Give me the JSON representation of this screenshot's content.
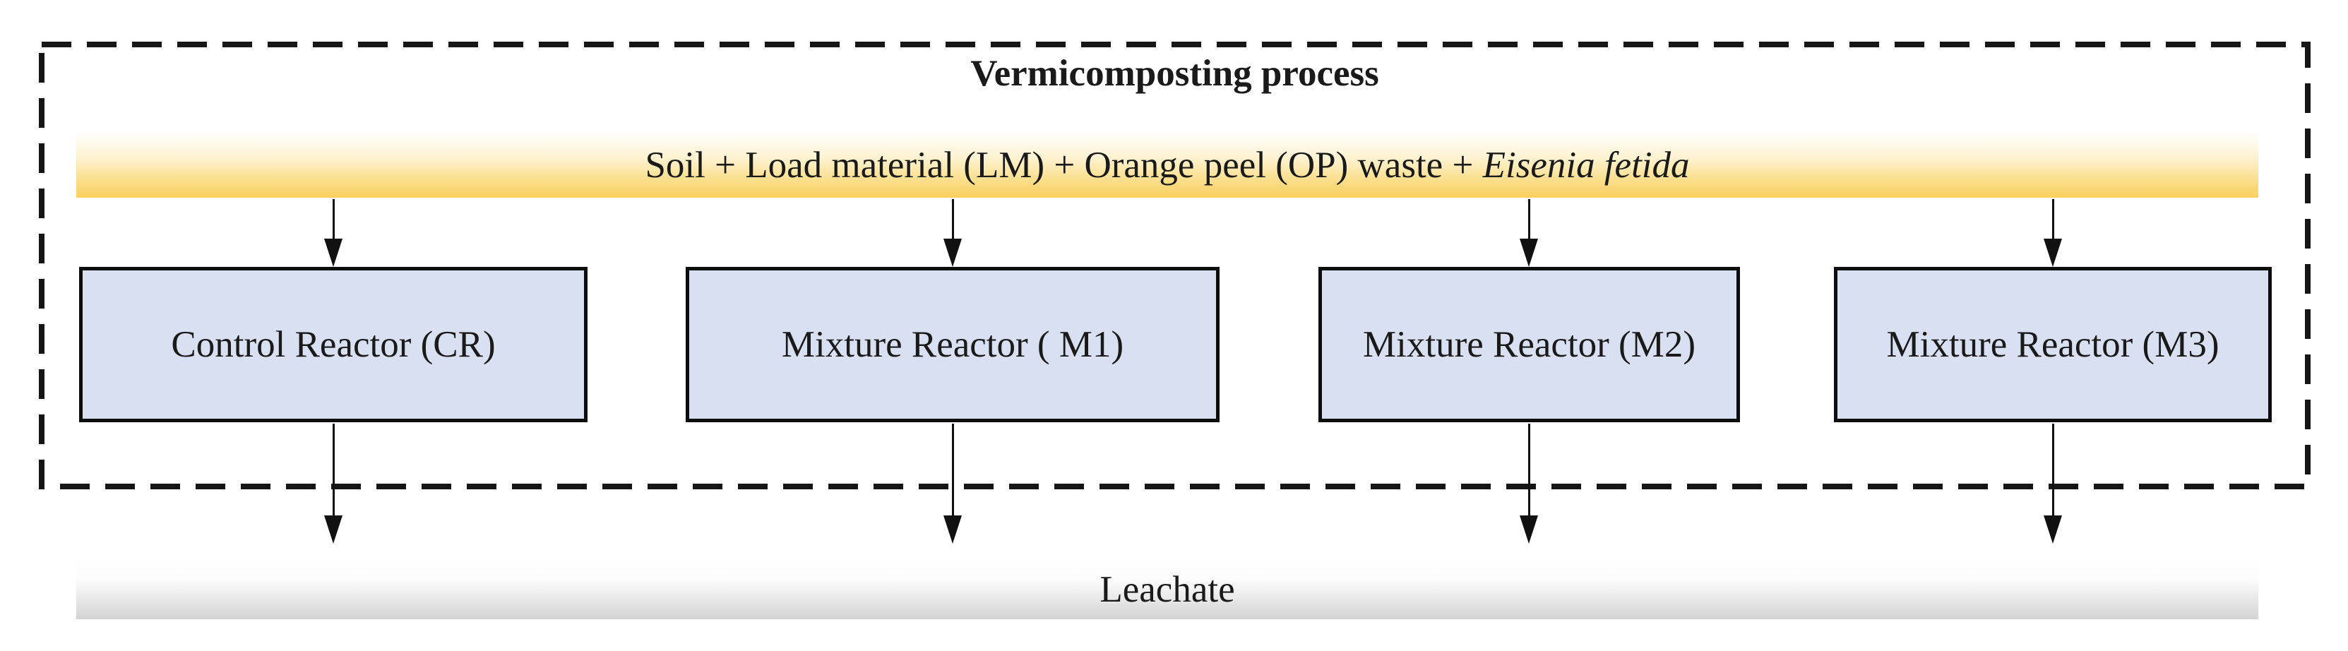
{
  "figure": {
    "title": "Vermicomposting process",
    "input_bar": {
      "text": "Soil + Load material (LM) + Orange peel (OP) waste + ",
      "species_italic": "Eisenia fetida"
    },
    "reactors": [
      {
        "label": "Control Reactor (CR)"
      },
      {
        "label": "Mixture Reactor ( M1)"
      },
      {
        "label": "Mixture Reactor (M2)"
      },
      {
        "label": "Mixture Reactor (M3)"
      }
    ],
    "output_bar": {
      "label": "Leachate"
    },
    "colors": {
      "input_bar_gradient_top": "#FFFEFB",
      "input_bar_gradient_bottom": "#F9CF5D",
      "reactor_fill": "#D9E0F2",
      "reactor_border": "#0D0D0D",
      "output_bar_gradient_top": "#FFFFFF",
      "output_bar_gradient_bottom": "#D3D3D3",
      "outline_color": "#161616",
      "arrow_color": "#111111"
    }
  }
}
